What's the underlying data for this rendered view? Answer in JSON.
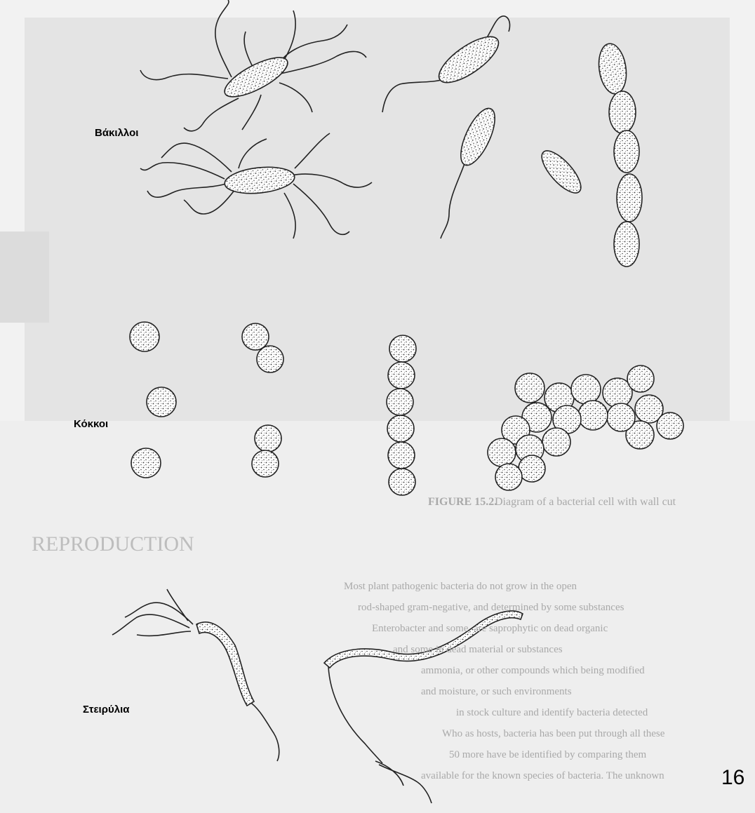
{
  "labels": {
    "bacilli": "Βάκιλλοι",
    "cocci": "Κόκκοι",
    "spirilla": "Στειρύλια"
  },
  "page_number": "16",
  "background_text": {
    "figure_caption_number": "FIGURE 15.2.",
    "figure_caption_text": "Diagram of a bacterial cell with wall cut",
    "heading": "REPRODUCTION",
    "body_lines": [
      "Most plant pathogenic bacteria do not grow in the open",
      "rod-shaped gram-negative, and determined by some substances",
      "Enterobacter and some, are saprophytic on dead organic",
      "and some in dead material or substances",
      "ammonia, or other compounds which being modified",
      "and moisture, or such environments",
      "in stock culture and identify bacteria detected",
      "Who as hosts, bacteria has been put through all these",
      "50 more have be identified by comparing them",
      "available for the known species of bacteria. The unknown"
    ]
  },
  "colors": {
    "ink": "#222222",
    "background": "#f3f3f3",
    "faded_print": "#a9a9a9"
  }
}
